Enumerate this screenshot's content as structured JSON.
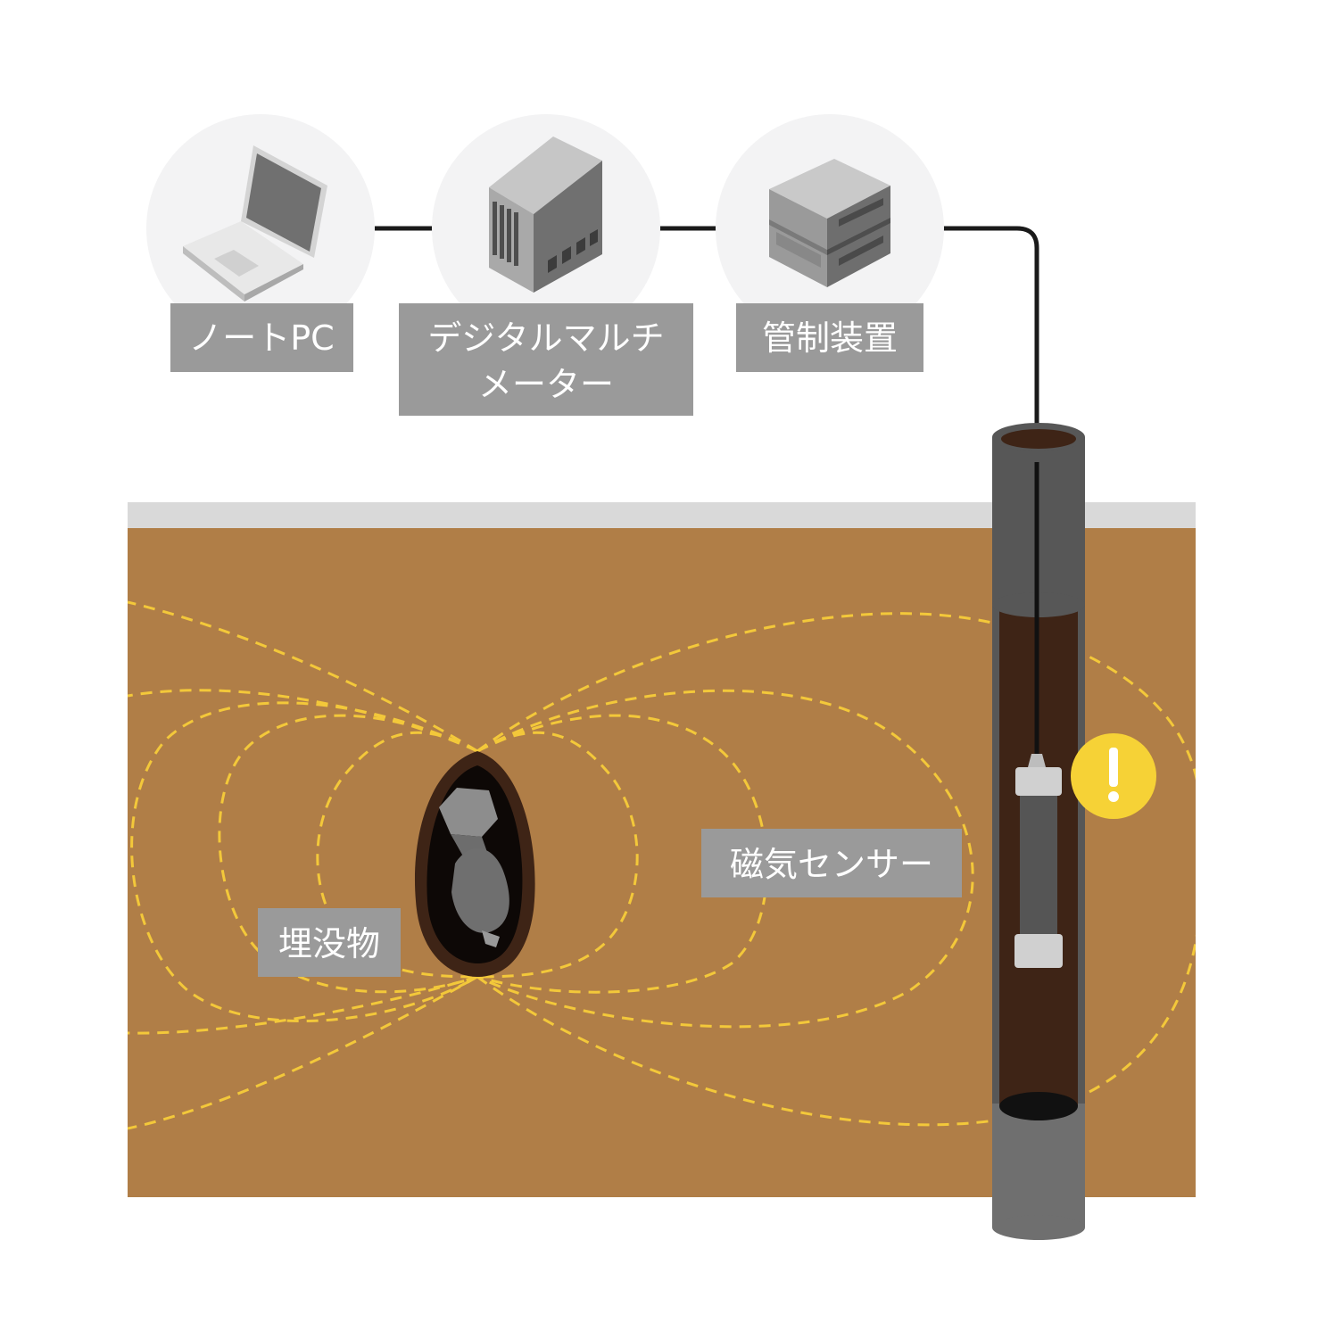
{
  "devices": {
    "laptop": {
      "label": "ノートPC",
      "icon": "laptop-icon"
    },
    "multimeter": {
      "label_line1": "デジタルマルチ",
      "label_line2": "メーター",
      "icon": "server-tower-icon"
    },
    "controller": {
      "label": "管制装置",
      "icon": "control-unit-icon"
    }
  },
  "ground": {
    "buried_label": "埋没物",
    "sensor_label": "磁気センサー",
    "alert_icon": "exclamation-icon"
  },
  "colors": {
    "soil": "#b07e47",
    "soil_dark": "#3e2416",
    "surface": "#d9d9d9",
    "field_lines": "#f3c83a",
    "label_bg": "#9a9a9a",
    "pipe": "#575757",
    "alert": "#f6d236"
  }
}
